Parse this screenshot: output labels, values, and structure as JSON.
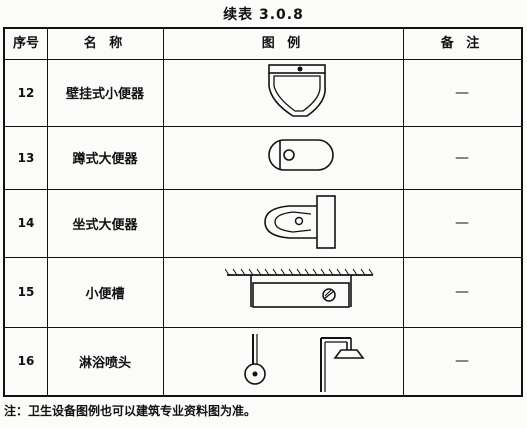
{
  "title": "续表 3.0.8",
  "headers": {
    "no": "序号",
    "name": "名 称",
    "figure": "图 例",
    "note": "备 注"
  },
  "rows": [
    {
      "no": "12",
      "name": "壁挂式小便器",
      "icon": "wall-urinal-icon",
      "note": "—"
    },
    {
      "no": "13",
      "name": "蹲式大便器",
      "icon": "squat-toilet-icon",
      "note": "—"
    },
    {
      "no": "14",
      "name": "坐式大便器",
      "icon": "seated-toilet-icon",
      "note": "—"
    },
    {
      "no": "15",
      "name": "小便槽",
      "icon": "urinal-trough-icon",
      "note": "—"
    },
    {
      "no": "16",
      "name": "淋浴喷头",
      "icon": "shower-head-icon",
      "note": "—"
    }
  ],
  "footnote": "注：卫生设备图例也可以建筑专业资料图为准。"
}
